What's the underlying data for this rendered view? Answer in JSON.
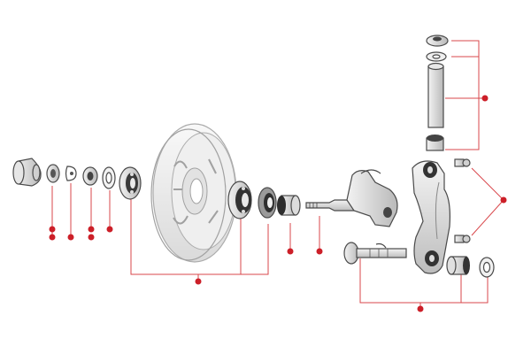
{
  "diagram": {
    "background": "#ffffff",
    "part_fill": "#d8d8d8",
    "part_dark": "#3a3a3a",
    "accent": "#cc1f28",
    "leader_color": "#d9474b",
    "parts": [
      "dust-cap",
      "castle-nut",
      "split-pin",
      "nut",
      "washer",
      "outer-bearing",
      "wheel-rim",
      "inner-bearing",
      "oil-seal",
      "spacer-bush",
      "stub-axle",
      "king-pin",
      "king-pin-bushes",
      "trunnion",
      "grease-nipples",
      "pivot-bolt",
      "pivot-bush",
      "pivot-washer"
    ]
  }
}
